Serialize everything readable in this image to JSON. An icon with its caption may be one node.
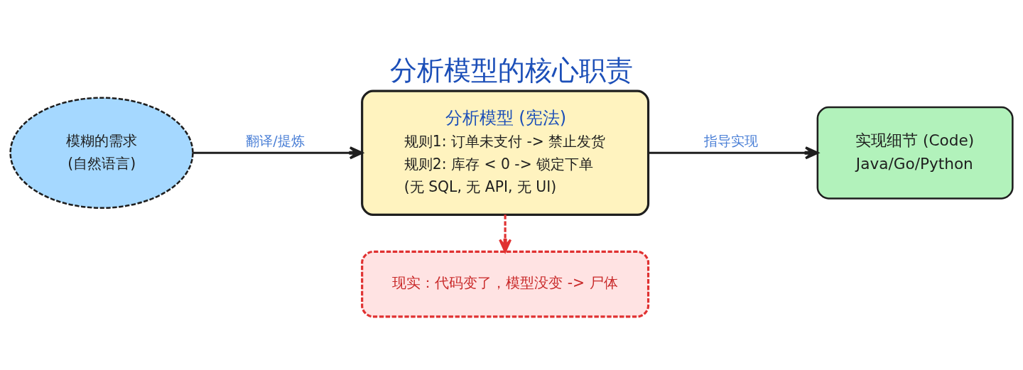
{
  "diagram": {
    "title": "分析模型的核心职责",
    "nodes": [
      {
        "text": [
          "模糊的需求",
          "(自然语言)"
        ]
      },
      {
        "text": [
          "分析模型 (宪法)",
          "规则1: 订单未支付 -> 禁止发货",
          "规则2: 库存 < 0 -> 锁定下单",
          "(无 SQL, 无 API, 无 UI)"
        ]
      },
      {
        "text": [
          "实现细节 (Code)",
          "Java/Go/Python"
        ]
      },
      {
        "text": [
          "现实：代码变了，模型没变 -> 尸体"
        ]
      }
    ],
    "edges": [
      {
        "from": 0,
        "to": 1,
        "arrow": "to",
        "label": "翻译/提炼"
      },
      {
        "from": 1,
        "to": 2,
        "arrow": "to",
        "label": "指导实现"
      },
      {
        "from": 1,
        "to": 3,
        "arrow": "to",
        "style": "dashed",
        "color": "#e03131"
      }
    ]
  }
}
